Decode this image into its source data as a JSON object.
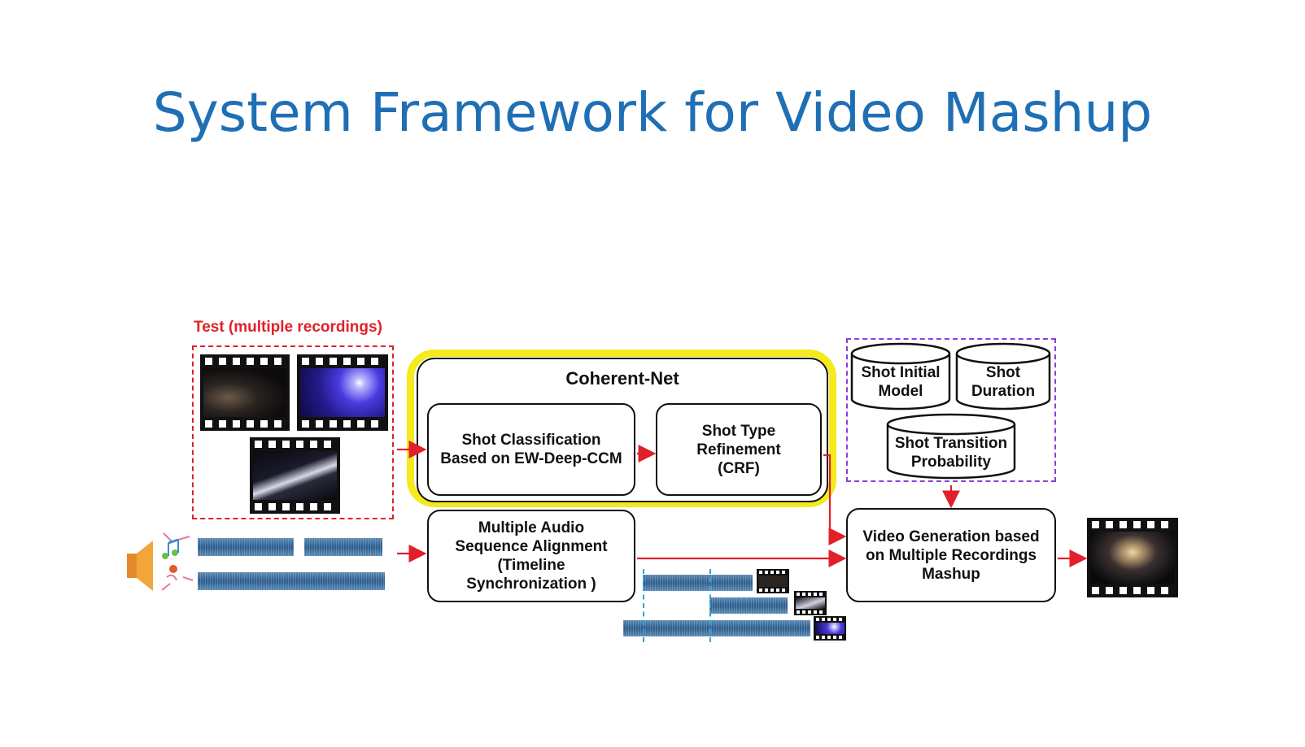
{
  "slide": {
    "title": "System Framework for Video Mashup"
  },
  "diagram": {
    "test_label": "Test (multiple recordings)",
    "coherent_net": {
      "title": "Coherent-Net",
      "shot_classification": "Shot Classification\nBased on EW-Deep-CCM",
      "shot_type_refinement": "Shot Type\nRefinement\n(CRF)"
    },
    "audio_alignment": "Multiple Audio\nSequence Alignment\n(Timeline\nSynchronization )",
    "models": {
      "shot_initial_model": "Shot Initial\nModel",
      "shot_duration": "Shot\nDuration",
      "shot_transition_probability": "Shot Transition\nProbability"
    },
    "video_generation": "Video Generation based\non Multiple Recordings\nMashup",
    "icons": {
      "speaker": "speaker-icon",
      "music_notes": "music-notes-icon",
      "film": "film-strip-icon"
    },
    "colors": {
      "title": "#1f6fb5",
      "arrow": "#e0202a",
      "highlight": "#f4ea1c",
      "purple_dash": "#8a3fe0",
      "waveform": "#2e5f8e"
    }
  }
}
